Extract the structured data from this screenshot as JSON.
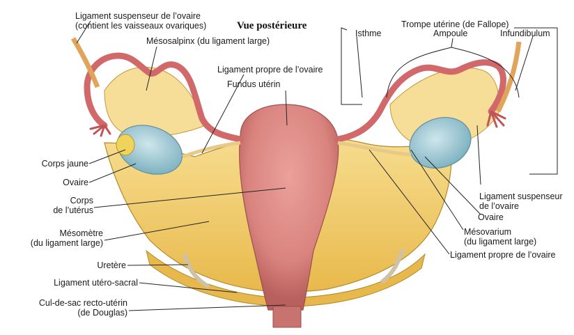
{
  "title": "Vue postérieure",
  "labels": {
    "lig_suspenseur_top_1": "Ligament suspenseur de l’ovaire",
    "lig_suspenseur_top_2": "(contient les vaisseaux ovariques)",
    "mesosalpinx": "Mésosalpinx (du ligament large)",
    "lig_propre_top": "Ligament propre de l’ovaire",
    "fundus": "Fundus utérin",
    "trompe": "Trompe utérine (de Fallope)",
    "isthme": "Isthme",
    "ampoule": "Ampoule",
    "infundibulum": "Infundibulum",
    "corps_jaune": "Corps jaune",
    "ovaire_left": "Ovaire",
    "corps_uterus_1": "Corps",
    "corps_uterus_2": "de l’utérus",
    "mesometre_1": "Mésomètre",
    "mesometre_2": "(du ligament large)",
    "uretere": "Uretère",
    "lig_utero_sacral": "Ligament utéro-sacral",
    "cul_de_sac_1": "Cul-de-sac recto-utérin",
    "cul_de_sac_2": "(de Douglas)",
    "lig_suspenseur_right_1": "Ligament suspenseur",
    "lig_suspenseur_right_2": "de l’ovaire",
    "ovaire_right": "Ovaire",
    "mesovarium_1": "Mésovarium",
    "mesovarium_2": "(du ligament large)",
    "lig_propre_bottom": "Ligament propre de l’ovaire"
  },
  "colors": {
    "broad_ligament": "#f2cd6e",
    "uterus": "#d9837f",
    "tube": "#d1686a",
    "ovary": "#a9cfd8",
    "corpus_luteum": "#f0d35a"
  }
}
